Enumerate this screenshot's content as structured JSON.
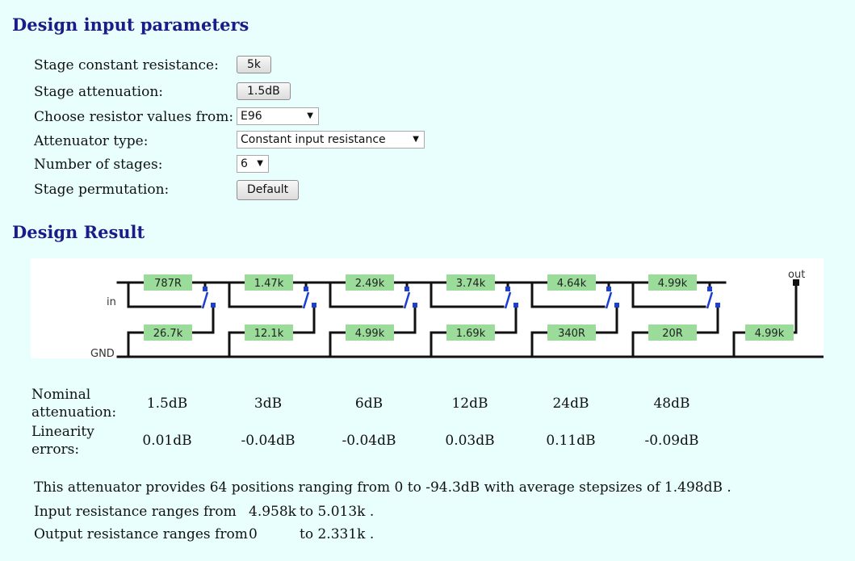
{
  "design_input": {
    "heading": "Design input parameters",
    "stage_constant_resistance": {
      "label": "Stage constant resistance:",
      "value": "5k"
    },
    "stage_attenuation": {
      "label": "Stage attenuation:",
      "value": "1.5dB"
    },
    "resistor_values": {
      "label": "Choose resistor values from:",
      "value": "E96"
    },
    "attenuator_type": {
      "label": "Attenuator type:",
      "value": "Constant input resistance"
    },
    "number_of_stages": {
      "label": "Number of stages:",
      "value": "6"
    },
    "stage_permutation": {
      "label": "Stage permutation:",
      "value": "Default"
    }
  },
  "design_result": {
    "heading": "Design Result",
    "circuit": {
      "in_label": "in",
      "gnd_label": "GND",
      "out_label": "out",
      "series_resistors": [
        "787R",
        "1.47k",
        "2.49k",
        "3.74k",
        "4.64k",
        "4.99k"
      ],
      "shunt_resistors": [
        "26.7k",
        "12.1k",
        "4.99k",
        "1.69k",
        "340R",
        "20R"
      ],
      "termination_resistor": "4.99k",
      "wire_color": "#111111",
      "resistor_color": "#9bdc9b",
      "switch_color": "#1c3fd0"
    },
    "table": {
      "nominal_label_1": "Nominal",
      "nominal_label_2": "attenuation:",
      "linearity_label_1": "Linearity",
      "linearity_label_2": "errors:",
      "nominal": [
        "1.5dB",
        "3dB",
        "6dB",
        "12dB",
        "24dB",
        "48dB"
      ],
      "linearity": [
        "0.01dB",
        "-0.04dB",
        "-0.04dB",
        "0.03dB",
        "0.11dB",
        "-0.09dB"
      ]
    },
    "summary": {
      "line1": "This attenuator provides 64 positions ranging from 0 to -94.3dB with average stepsizes of 1.498dB .",
      "line2_prefix": "Input resistance ranges from",
      "line2_from": "4.958k",
      "line2_to": "to 5.013k .",
      "line3_prefix": "Output resistance ranges from",
      "line3_from": "0",
      "line3_to": "to 2.331k ."
    }
  }
}
